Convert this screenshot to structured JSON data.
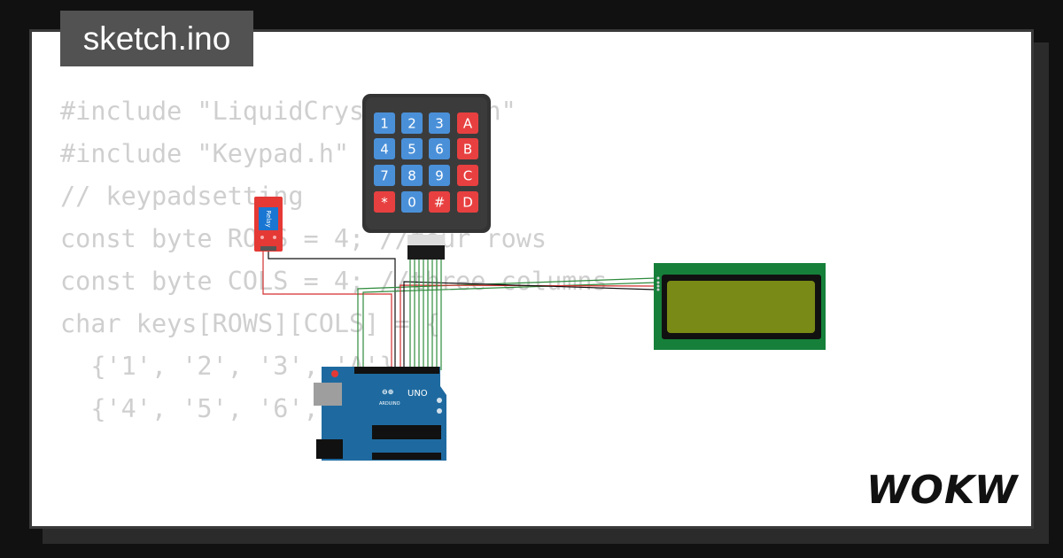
{
  "tab": {
    "title": "sketch.ino"
  },
  "code": {
    "lines": [
      "#include \"LiquidCrystal_I2C.h\"",
      "#include \"Keypad.h\"",
      "",
      "// keypadsetting",
      "",
      "const byte ROWS = 4; //four rows",
      "const byte COLS = 4; //three columns",
      "",
      "char keys[ROWS][COLS] = {",
      "  {'1', '2', '3', 'A'},",
      "  {'4', '5', '6', 'B'},"
    ]
  },
  "keypad": {
    "keys": [
      "1",
      "2",
      "3",
      "A",
      "4",
      "5",
      "6",
      "B",
      "7",
      "8",
      "9",
      "C",
      "*",
      "0",
      "#",
      "D"
    ],
    "colors": {
      "number": "#4a90d9",
      "function": "#e84040",
      "body": "#333333"
    }
  },
  "relay": {
    "label": "Relay",
    "color": "#e53935"
  },
  "arduino": {
    "brand": "ARDUINO",
    "model": "UNO",
    "color": "#1e6aa0"
  },
  "lcd": {
    "bezel_color": "#16803a",
    "screen_color": "#7a8a16"
  },
  "wires": {
    "red": "#d32f2f",
    "green": "#2e8b3c",
    "black": "#111111"
  },
  "brand": {
    "logo": "WOKWi"
  }
}
